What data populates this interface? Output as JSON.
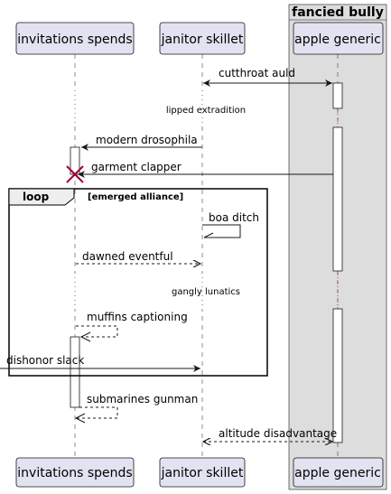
{
  "box": {
    "title": "fancied bully"
  },
  "participants": {
    "p1": "invitations spends",
    "p2": "janitor skillet",
    "p3": "apple generic"
  },
  "messages": {
    "m1": "cutthroat auld",
    "m2": "modern drosophila",
    "m3": "garment clapper",
    "m4": "boa ditch",
    "m5": "dawned eventful",
    "m6": "muffins captioning",
    "m7": "dishonor slack",
    "m8": "submarines gunman",
    "m9": "altitude disadvantage"
  },
  "delays": {
    "d1": "lipped extradition",
    "d2": "gangly lunatics"
  },
  "loop": {
    "keyword": "loop",
    "condition": "[emerged alliance]"
  },
  "colors": {
    "participant_fill": "#E2E2F0",
    "participant_stroke": "#181818",
    "box_fill": "#DDDDDD",
    "destroy": "#A80036",
    "lifeline": "#181818"
  }
}
